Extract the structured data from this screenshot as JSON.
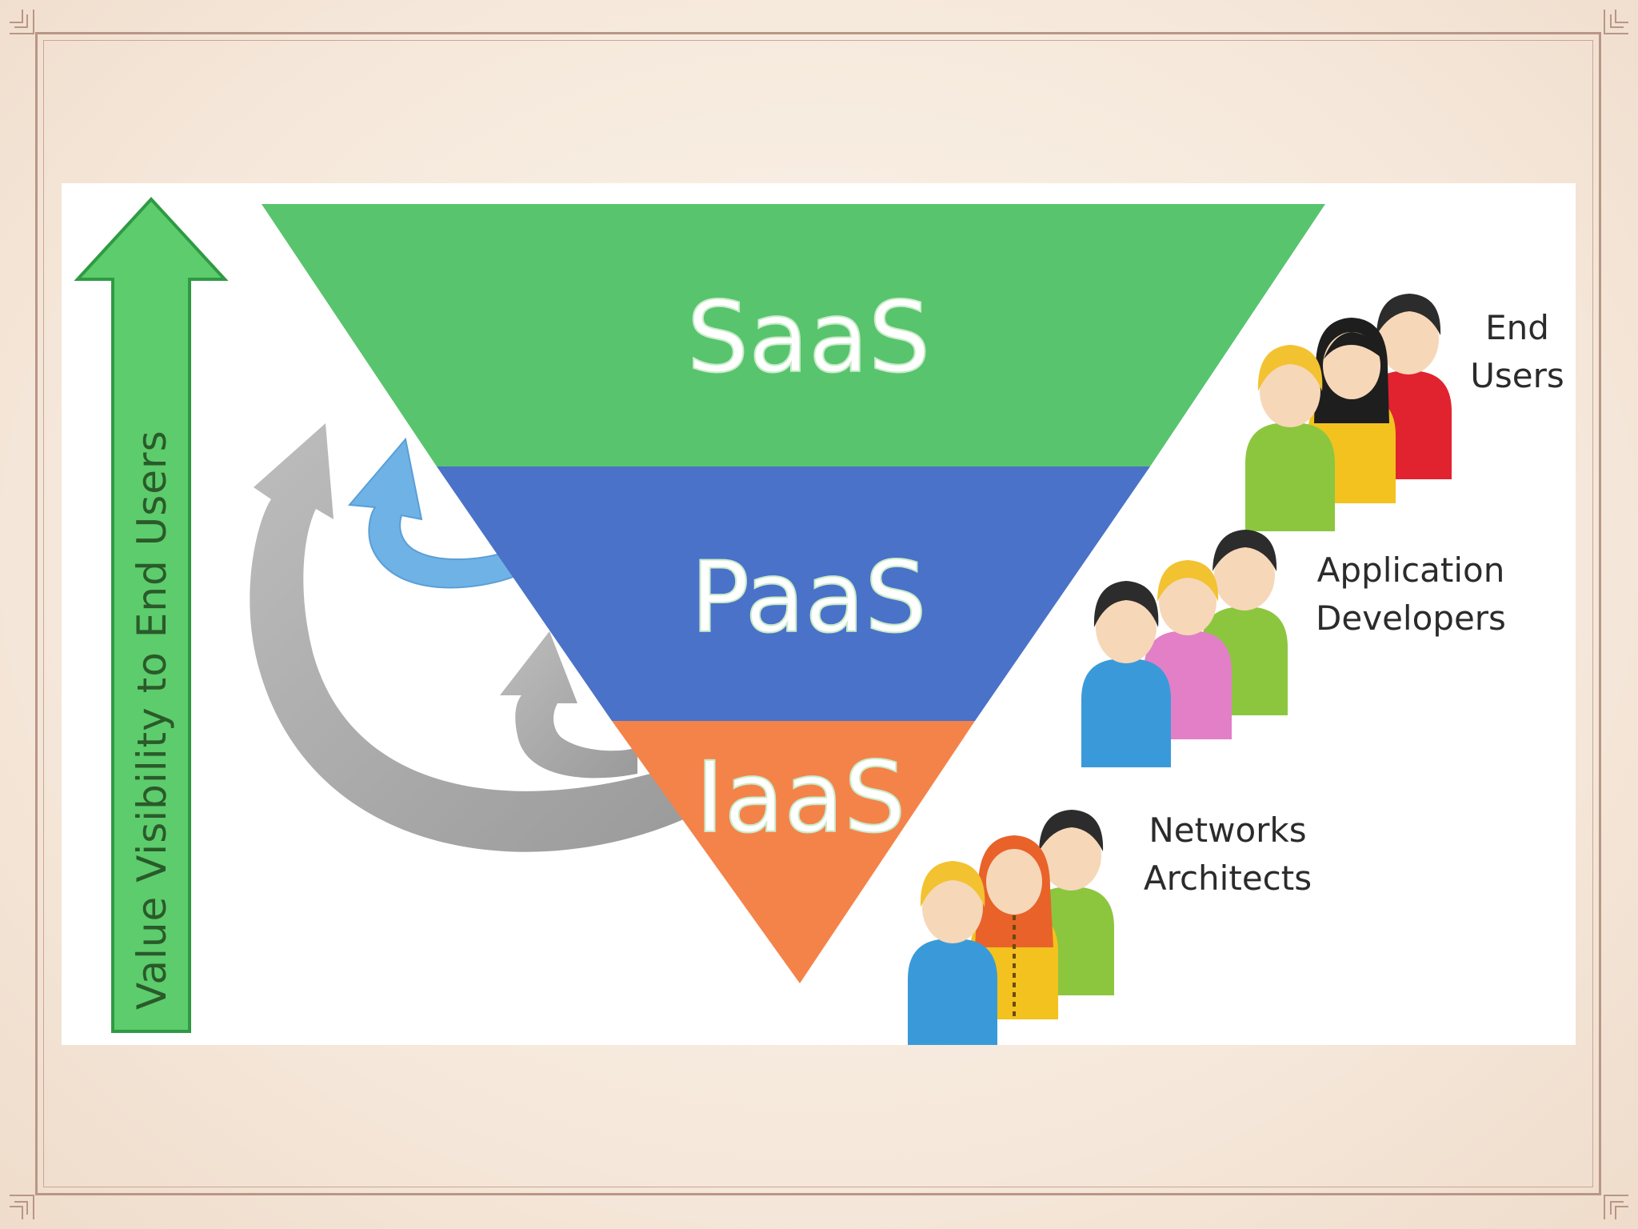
{
  "diagram": {
    "axis_label": "Value Visibility to End Users",
    "layers": [
      {
        "label": "SaaS",
        "color": "#58c46e"
      },
      {
        "label": "PaaS",
        "color": "#4a72c8"
      },
      {
        "label": "IaaS",
        "color": "#f4834a"
      }
    ],
    "groups": [
      {
        "line1": "End",
        "line2": "Users"
      },
      {
        "line1": "Application",
        "line2": "Developers"
      },
      {
        "line1": "Networks",
        "line2": "Architects"
      }
    ],
    "colors": {
      "axis_arrow": "#5dcc6c",
      "axis_arrow_border": "#2f9a44",
      "curved_arrow_gray": "#a9a9a9",
      "curved_arrow_blue": "#6fb2e6",
      "frame": "#b99686",
      "background": "#f7ece0"
    }
  }
}
